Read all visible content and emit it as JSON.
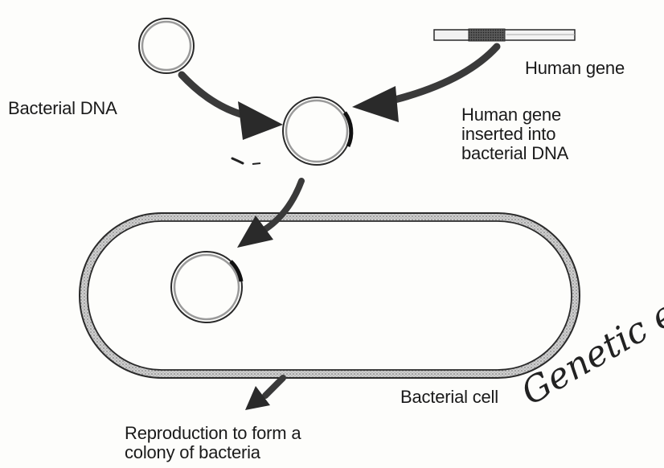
{
  "labels": {
    "human_gene": "Human gene",
    "bacterial_dna": "Bacterial DNA",
    "inserted_line1": "Human gene",
    "inserted_line2": "inserted into",
    "inserted_line3": "bacterial DNA",
    "bacterial_cell": "Bacterial cell",
    "reproduction_line1": "Reproduction to form a",
    "reproduction_line2": "colony of bacteria"
  },
  "handwriting": "Genetic engin",
  "colors": {
    "outline": "#2a2a2a",
    "shading": "#8a8a8a",
    "arrow": "#3a3a3a",
    "gene_segment": "#555555"
  }
}
